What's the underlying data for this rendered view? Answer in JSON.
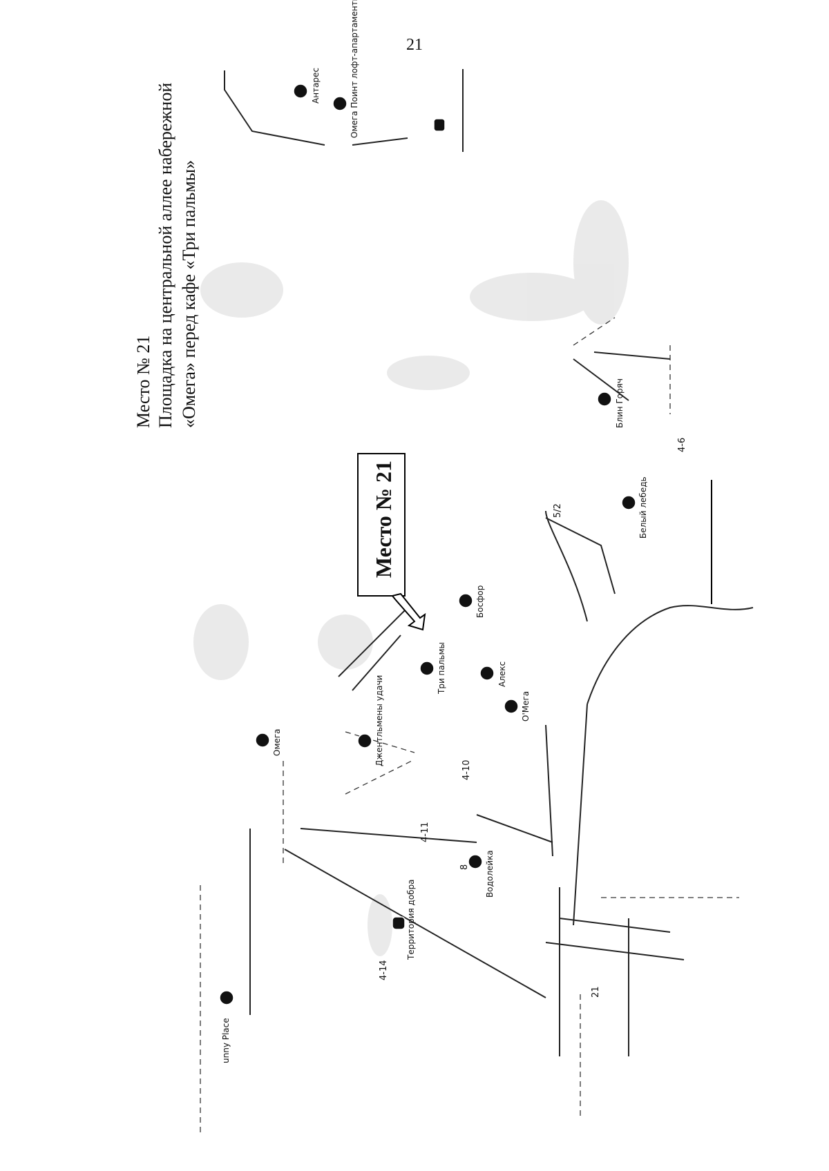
{
  "page": {
    "number": "21"
  },
  "heading": {
    "line1": "Место № 21",
    "line2": "Площадка на центральной аллее набережной",
    "line3": "«Омега» перед кафе «Три пальмы»"
  },
  "callout": {
    "text": "Место № 21"
  },
  "pois": [
    {
      "name": "Антарес",
      "icon": "cafe-icon"
    },
    {
      "name": "Омега Поинт лофт-апартаменты",
      "icon": "hotel-icon"
    },
    {
      "name": "Омега",
      "icon": "restaurant-icon"
    },
    {
      "name": "Джентльмены удачи",
      "icon": "shop-icon"
    },
    {
      "name": "Три пальмы",
      "icon": "cafe-icon"
    },
    {
      "name": "Алекс",
      "icon": "hotel-icon"
    },
    {
      "name": "O'Мега",
      "icon": "shop-icon"
    },
    {
      "name": "Босфор",
      "icon": "cafe-icon"
    },
    {
      "name": "Белый лебедь",
      "icon": "cafe-icon"
    },
    {
      "name": "Блин Горяч",
      "icon": "cafe-icon"
    },
    {
      "name": "Территория добра",
      "icon": "flag-icon"
    },
    {
      "name": "Водолейка",
      "icon": "hotel-icon"
    },
    {
      "name": "unny Place",
      "icon": "cafe-icon"
    }
  ],
  "house_numbers": [
    "4-10",
    "4-11",
    "8",
    "4-14",
    "21",
    "5/2",
    "4-6"
  ]
}
